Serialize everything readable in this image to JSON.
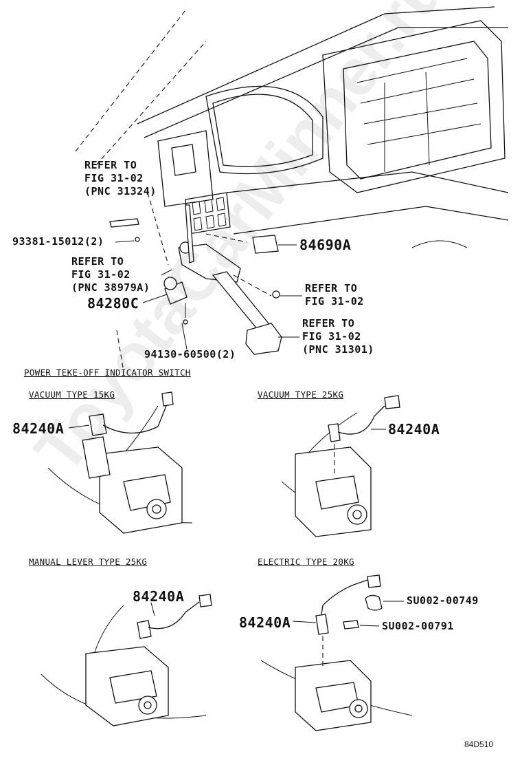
{
  "watermark": "ToyotaCarMinner.ru",
  "figure_code": "84D510",
  "dash_callouts": {
    "ref_steering": [
      "REFER TO",
      "FIG 31-02",
      "(PNC 31324)"
    ],
    "bolt": "93381-15012(2)",
    "ref_column": [
      "REFER TO",
      "FIG 31-02",
      "(PNC 38979A)"
    ],
    "switch": "84280C",
    "screw": "94130-60500(2)",
    "switch_panel": "84690A",
    "ref_stop": [
      "REFER TO",
      "FIG 31-02"
    ],
    "ref_pedal": [
      "REFER TO",
      "FIG 31-02",
      "(PNC 31301)"
    ]
  },
  "section_title": "POWER TEKE-OFF INDICATOR SWITCH",
  "variants": [
    {
      "title": "VACUUM TYPE 15KG",
      "part": "84240A"
    },
    {
      "title": "VACUUM TYPE 25KG",
      "part": "84240A"
    },
    {
      "title": "MANUAL LEVER TYPE 25KG",
      "part": "84240A"
    },
    {
      "title": "ELECTRIC TYPE 20KG",
      "part": "84240A",
      "extra_parts": [
        "SU002-00749",
        "SU002-00791"
      ]
    }
  ]
}
